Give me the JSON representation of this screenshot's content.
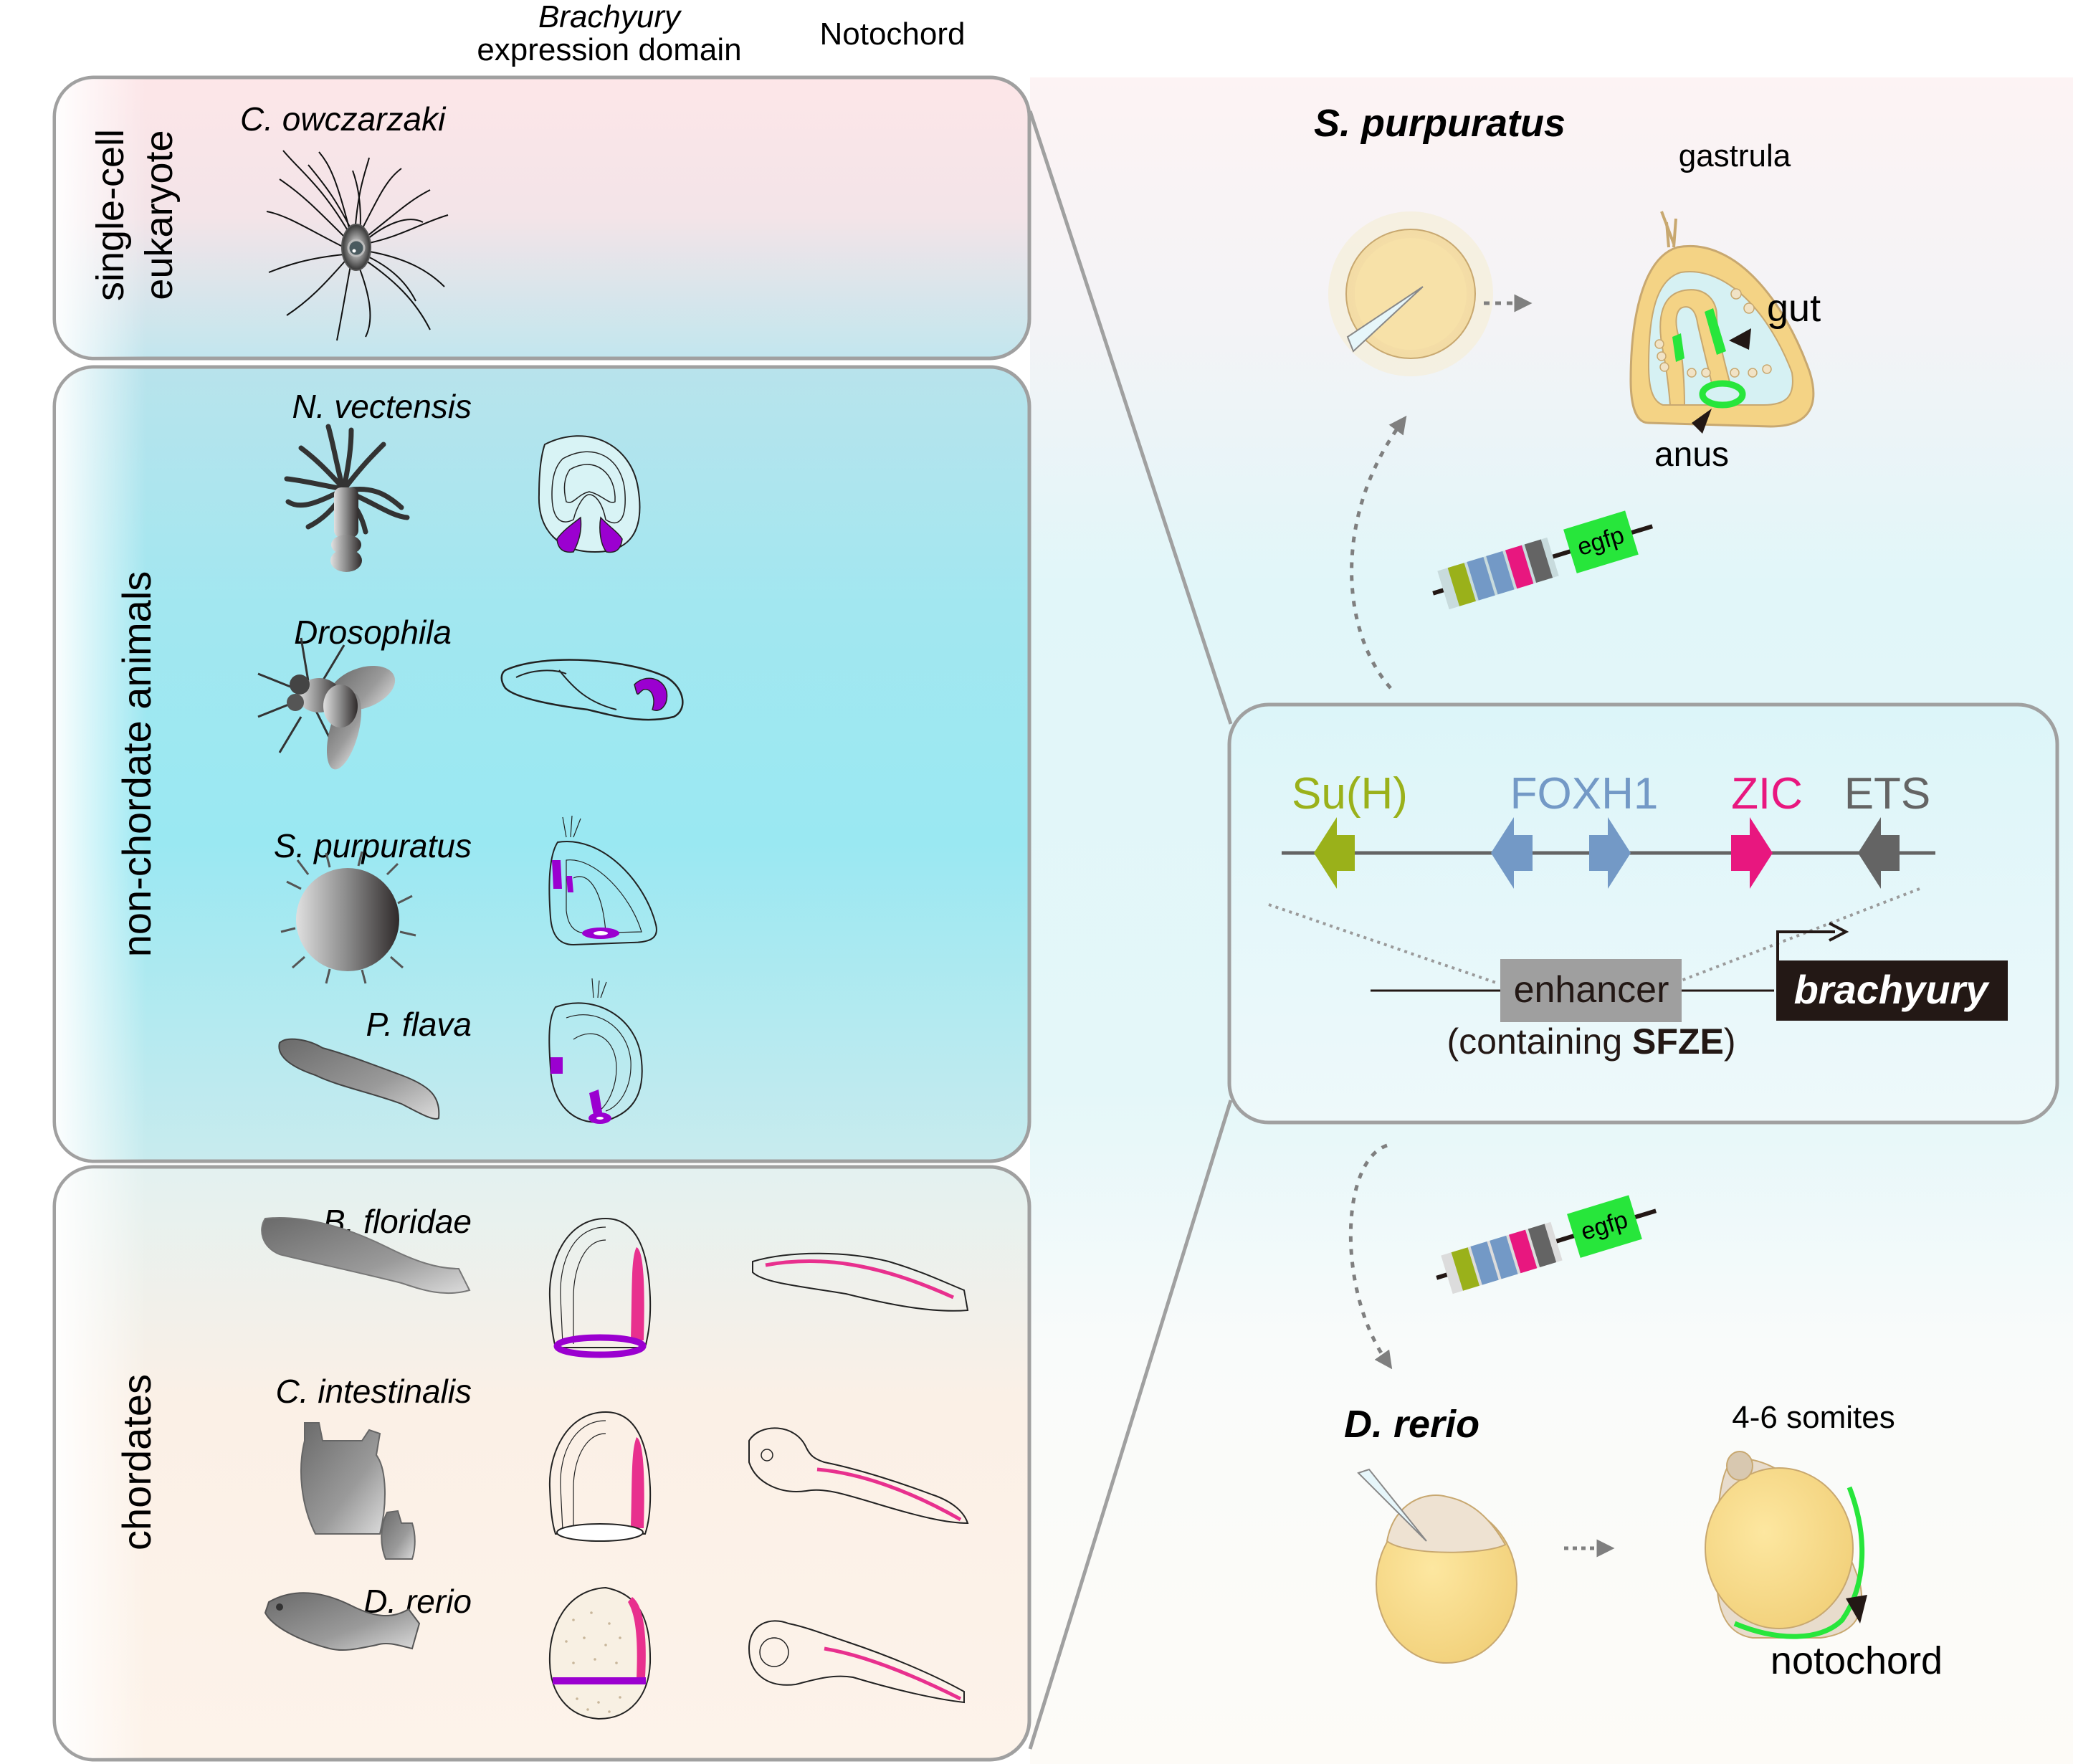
{
  "header": {
    "col_brachyury_line1": "Brachyury",
    "col_brachyury_line2": "expression domain",
    "col_notochord": "Notochord"
  },
  "groups": [
    {
      "label_line1": "single-cell",
      "label_line2": "eukaryote",
      "species": [
        {
          "name": "C. owczarzaki",
          "icon": "filasterean-cell-icon",
          "has_expression": false,
          "has_notochord": false
        }
      ]
    },
    {
      "label": "non-chordate animals",
      "species": [
        {
          "name": "N. vectensis",
          "icon": "sea-anemone-icon",
          "has_expression": true,
          "has_notochord": false
        },
        {
          "name": "Drosophila",
          "icon": "fruit-fly-icon",
          "has_expression": true,
          "has_notochord": false
        },
        {
          "name": "S. purpuratus",
          "icon": "sea-urchin-icon",
          "has_expression": true,
          "has_notochord": false
        },
        {
          "name": "P. flava",
          "icon": "acorn-worm-icon",
          "has_expression": true,
          "has_notochord": false
        }
      ]
    },
    {
      "label": "chordates",
      "species": [
        {
          "name": "B. floridae",
          "icon": "amphioxus-icon",
          "has_expression": true,
          "has_notochord": true
        },
        {
          "name": "C. intestinalis",
          "icon": "sea-squirt-icon",
          "has_expression": true,
          "has_notochord": true
        },
        {
          "name": "D. rerio",
          "icon": "zebrafish-icon",
          "has_expression": true,
          "has_notochord": true
        }
      ]
    }
  ],
  "right_panel": {
    "sp_title": "S. purpuratus",
    "sp_stage": "gastrula",
    "sp_gut_label": "gut",
    "sp_anus_label": "anus",
    "construct_reporter": "egfp",
    "enhancer_box": {
      "tf_sites": [
        {
          "name": "Su(H)",
          "color": "#9ab11a",
          "direction": "left"
        },
        {
          "name": "FOXH1",
          "color": "#7399c6",
          "direction": "left"
        },
        {
          "name": "FOXH1",
          "color": "#7399c6",
          "direction": "right"
        },
        {
          "name": "ZIC",
          "color": "#e8177f",
          "direction": "right"
        },
        {
          "name": "ETS",
          "color": "#646464",
          "direction": "left"
        }
      ],
      "label_suh": "Su(H)",
      "label_foxh1": "FOXH1",
      "label_zic": "ZIC",
      "label_ets": "ETS",
      "enhancer_label": "enhancer",
      "containing_prefix": "(containing ",
      "containing_bold": "SFZE",
      "containing_suffix": ")",
      "gene_label": "brachyury"
    },
    "dr_title": "D. rerio",
    "dr_stage": "4-6 somites",
    "dr_notochord_label": "notochord"
  },
  "colors": {
    "expression_purple": "#9b00d0",
    "notochord_pink": "#e8308e",
    "reporter_green": "#27e63b",
    "box_border": "#a0a0a0"
  }
}
